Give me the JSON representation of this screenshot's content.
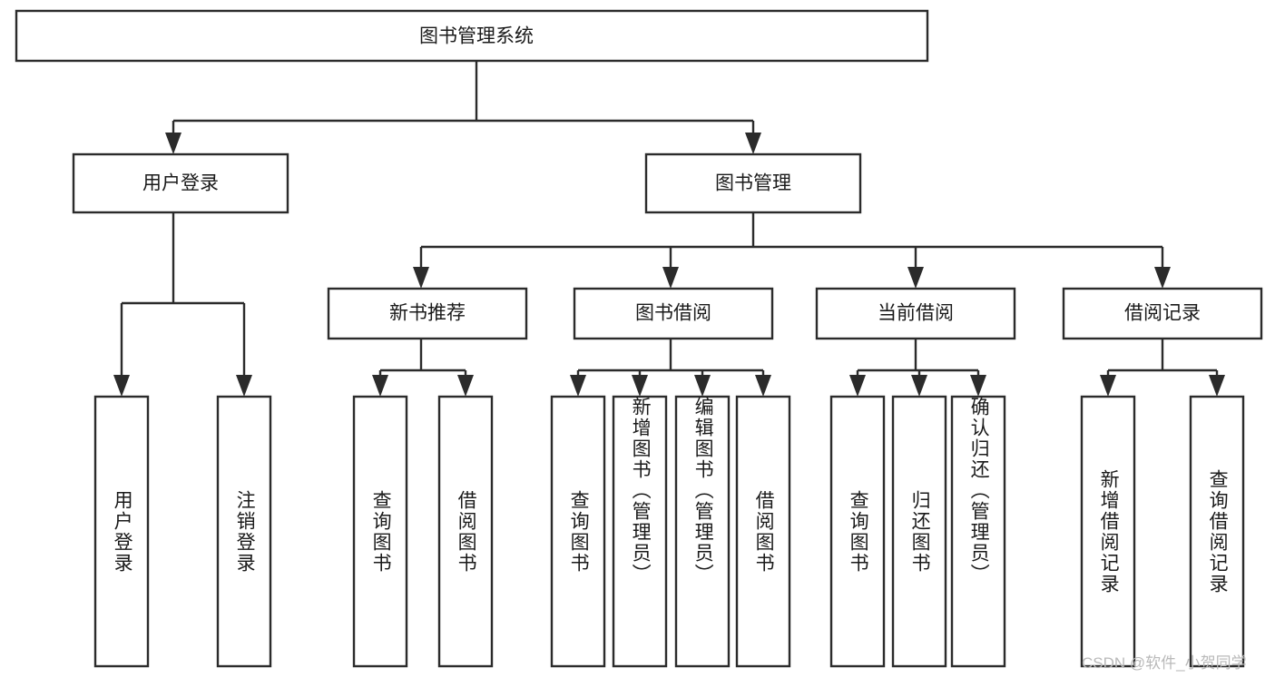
{
  "chart_data": {
    "type": "diagram",
    "title": "图书管理系统",
    "diagram_kind": "功能结构图",
    "orientation": "top-down",
    "nodes": [
      {
        "id": "root",
        "label": "图书管理系统",
        "level": 0,
        "text_direction": "horizontal"
      },
      {
        "id": "login",
        "label": "用户登录",
        "level": 1,
        "text_direction": "horizontal"
      },
      {
        "id": "bookmgmt",
        "label": "图书管理",
        "level": 1,
        "text_direction": "horizontal"
      },
      {
        "id": "newbook",
        "label": "新书推荐",
        "level": 2,
        "text_direction": "horizontal"
      },
      {
        "id": "borrow",
        "label": "图书借阅",
        "level": 2,
        "text_direction": "horizontal"
      },
      {
        "id": "current",
        "label": "当前借阅",
        "level": 2,
        "text_direction": "horizontal"
      },
      {
        "id": "record",
        "label": "借阅记录",
        "level": 2,
        "text_direction": "horizontal"
      },
      {
        "id": "leaf1",
        "label": "用户登录",
        "level": 3,
        "text_direction": "vertical"
      },
      {
        "id": "leaf2",
        "label": "注销登录",
        "level": 3,
        "text_direction": "vertical"
      },
      {
        "id": "leaf3",
        "label": "查询图书",
        "level": 3,
        "text_direction": "vertical"
      },
      {
        "id": "leaf4",
        "label": "借阅图书",
        "level": 3,
        "text_direction": "vertical"
      },
      {
        "id": "leaf5",
        "label": "查询图书",
        "level": 3,
        "text_direction": "vertical"
      },
      {
        "id": "leaf6",
        "label": "新增图书（管理员）",
        "level": 3,
        "text_direction": "vertical"
      },
      {
        "id": "leaf7",
        "label": "编辑图书（管理员）",
        "level": 3,
        "text_direction": "vertical"
      },
      {
        "id": "leaf8",
        "label": "借阅图书",
        "level": 3,
        "text_direction": "vertical"
      },
      {
        "id": "leaf9",
        "label": "查询图书",
        "level": 3,
        "text_direction": "vertical"
      },
      {
        "id": "leaf10",
        "label": "归还图书",
        "level": 3,
        "text_direction": "vertical"
      },
      {
        "id": "leaf11",
        "label": "确认归还（管理员）",
        "level": 3,
        "text_direction": "vertical"
      },
      {
        "id": "leaf12",
        "label": "新增借阅记录",
        "level": 3,
        "text_direction": "vertical"
      },
      {
        "id": "leaf13",
        "label": "查询借阅记录",
        "level": 3,
        "text_direction": "vertical"
      }
    ],
    "edges": [
      {
        "from": "root",
        "to": "login"
      },
      {
        "from": "root",
        "to": "bookmgmt"
      },
      {
        "from": "login",
        "to": "leaf1"
      },
      {
        "from": "login",
        "to": "leaf2"
      },
      {
        "from": "bookmgmt",
        "to": "newbook"
      },
      {
        "from": "bookmgmt",
        "to": "borrow"
      },
      {
        "from": "bookmgmt",
        "to": "current"
      },
      {
        "from": "bookmgmt",
        "to": "record"
      },
      {
        "from": "newbook",
        "to": "leaf3"
      },
      {
        "from": "newbook",
        "to": "leaf4"
      },
      {
        "from": "borrow",
        "to": "leaf5"
      },
      {
        "from": "borrow",
        "to": "leaf6"
      },
      {
        "from": "borrow",
        "to": "leaf7"
      },
      {
        "from": "borrow",
        "to": "leaf8"
      },
      {
        "from": "current",
        "to": "leaf9"
      },
      {
        "from": "current",
        "to": "leaf10"
      },
      {
        "from": "current",
        "to": "leaf11"
      },
      {
        "from": "record",
        "to": "leaf12"
      },
      {
        "from": "record",
        "to": "leaf13"
      }
    ],
    "colors": {
      "box_fill": "#ffffff",
      "box_stroke": "#2b2b2b",
      "text": "#1a1a1a",
      "background": "#ffffff",
      "watermark": "#b9b9b9"
    }
  },
  "watermark": {
    "text": "CSDN @软件_小贺同学"
  }
}
